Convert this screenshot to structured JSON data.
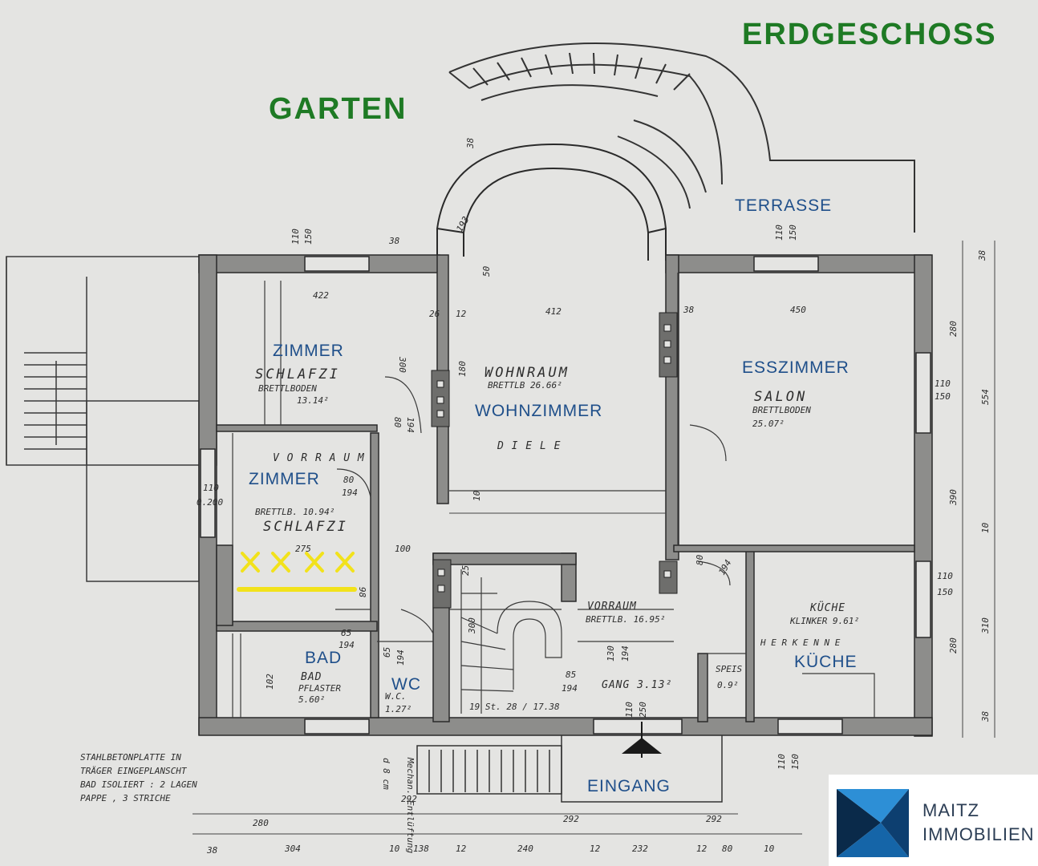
{
  "title": "ERDGESCHOSS",
  "outside": {
    "garten": "GARTEN",
    "terrasse": "TERRASSE",
    "eingang": "EINGANG"
  },
  "rooms": {
    "zimmer_1": "ZIMMER",
    "zimmer_2": "ZIMMER",
    "wohnzimmer": "WOHNZIMMER",
    "esszimmer": "ESSZIMMER",
    "bad": "BAD",
    "wc": "WC",
    "kueche": "KÜCHE"
  },
  "handwritten": {
    "schlafzi_1": "SCHLAFZI",
    "brettlboden_1": "BRETTLBODEN",
    "area_1": "13.14²",
    "wohnraum": "WOHNRAUM",
    "brettlb_wohn": "BRETTLB  26.66²",
    "diele": "D I E L E",
    "salon": "SALON",
    "brettlboden_salon": "BRETTLBODEN",
    "area_salon": "25.07²",
    "vorraum_top": "V O R R A U M",
    "brettlb_schlaf2": "BRETTLB. 10.94²",
    "schlafzi_2": "SCHLAFZI",
    "vorraum_mid": "VORRAUM",
    "brettlb_vorraum": "BRETTLB.  16.95²",
    "kueche_hw": "KÜCHE",
    "klinker": "KLINKER  9.61²",
    "herkenne": "H E R K E N N E",
    "bad_hw": "BAD",
    "pflaster": "PFLASTER",
    "area_bad": "5.60²",
    "wc_hw": "W.C.",
    "area_wc": "1.27²",
    "gang": "GANG  3.13²",
    "speis": "SPEIS",
    "area_speis": "0.9²",
    "note_line1": "STAHLBETONPLATTE IN",
    "note_line2": "TRÄGER EINGEPLANSCHT",
    "note_line3": "BAD ISOLIERT : 2 LAGEN",
    "note_line4": "PAPPE , 3 STRICHE",
    "dims": {
      "d422": "422",
      "d412": "412",
      "d450": "450",
      "d110a": "110",
      "d150a": "150",
      "d38a": "38",
      "d110b": "110",
      "d150b": "150",
      "d38b": "38",
      "d300": "300",
      "d180": "180",
      "d26": "26",
      "d12": "12",
      "d80a": "80",
      "d194a": "194",
      "d80b": "80",
      "d194b": "194",
      "d275": "275",
      "d100": "100",
      "d98": "98",
      "d65a": "65",
      "d194c": "194",
      "d65b": "65",
      "d194d": "194",
      "d85": "85",
      "d194e": "194",
      "d130": "130",
      "d194f": "194",
      "d280a": "280",
      "d554": "554",
      "d390": "390",
      "d310": "310",
      "d280b": "280",
      "d110c": "110",
      "d150c": "150",
      "d110d": "110",
      "d150d": "150",
      "d110e": "110",
      "d200": "0.200",
      "d280c": "280",
      "d292a": "292",
      "d292b": "292",
      "d292c": "292",
      "d38c": "38",
      "d304": "304",
      "d10": "10",
      "d138": "138",
      "d12b": "12",
      "d240": "240",
      "d12c": "12",
      "d232": "232",
      "d12d": "12",
      "d80c": "80",
      "d10b": "10",
      "d110f": "110",
      "d250": "250",
      "d110g": "110",
      "d150e": "150",
      "d38d": "38",
      "d38e": "38",
      "d102": "102",
      "d193": "193",
      "d50": "50",
      "d38f": "38",
      "d10c": "10",
      "stair": "19 St. 28 / 17.38",
      "d80d": "80",
      "d194g": "194",
      "d10d": "10",
      "d25": "25",
      "d300b": "300"
    },
    "mech_entluft": "Mechan. Entlüftung",
    "d8cm": "d 8 cm"
  },
  "logo": {
    "line1": "MAITZ",
    "line2": "IMMOBILIEN",
    "colors": [
      "#0a2a4a",
      "#1565a8",
      "#2d8fd6"
    ]
  },
  "colors": {
    "room_label": "#1f4f8a",
    "heading": "#1e7a24",
    "marker": "#f2e21b",
    "line": "#2a2a2a"
  }
}
